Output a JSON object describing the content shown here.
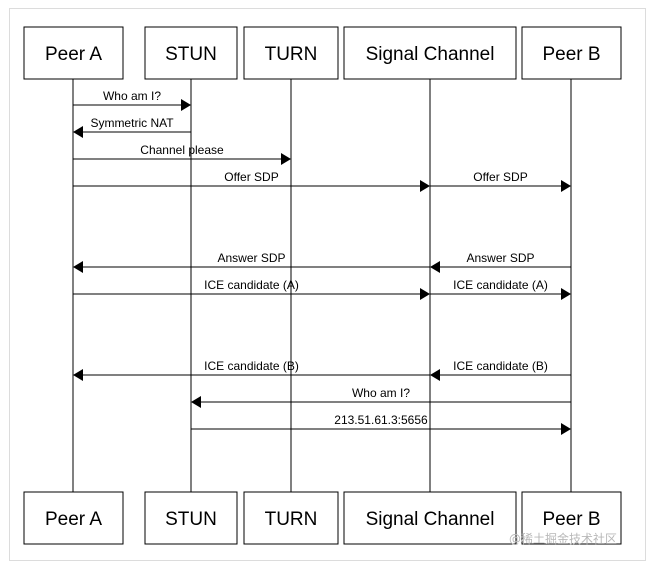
{
  "participants": [
    {
      "id": "peer-a",
      "label": "Peer A"
    },
    {
      "id": "stun",
      "label": "STUN"
    },
    {
      "id": "turn",
      "label": "TURN"
    },
    {
      "id": "signal",
      "label": "Signal Channel"
    },
    {
      "id": "peer-b",
      "label": "Peer B"
    }
  ],
  "messages": [
    {
      "from": "peer-a",
      "to": "stun",
      "label": "Who am I?"
    },
    {
      "from": "stun",
      "to": "peer-a",
      "label": "Symmetric NAT"
    },
    {
      "from": "peer-a",
      "to": "turn",
      "label": "Channel please"
    },
    {
      "from": "peer-a",
      "to": "signal",
      "label": "Offer SDP"
    },
    {
      "from": "signal",
      "to": "peer-b",
      "label": "Offer SDP"
    },
    {
      "from": "signal",
      "to": "peer-a",
      "label": "Answer SDP"
    },
    {
      "from": "peer-b",
      "to": "signal",
      "label": "Answer SDP"
    },
    {
      "from": "peer-a",
      "to": "signal",
      "label": "ICE candidate (A)"
    },
    {
      "from": "signal",
      "to": "peer-b",
      "label": "ICE candidate (A)"
    },
    {
      "from": "signal",
      "to": "peer-a",
      "label": "ICE candidate (B)"
    },
    {
      "from": "peer-b",
      "to": "signal",
      "label": "ICE candidate (B)"
    },
    {
      "from": "peer-b",
      "to": "stun",
      "label": "Who am I?"
    },
    {
      "from": "stun",
      "to": "peer-b",
      "label": "213.51.61.3:5656"
    }
  ],
  "watermark": "@稀土掘金技术社区"
}
